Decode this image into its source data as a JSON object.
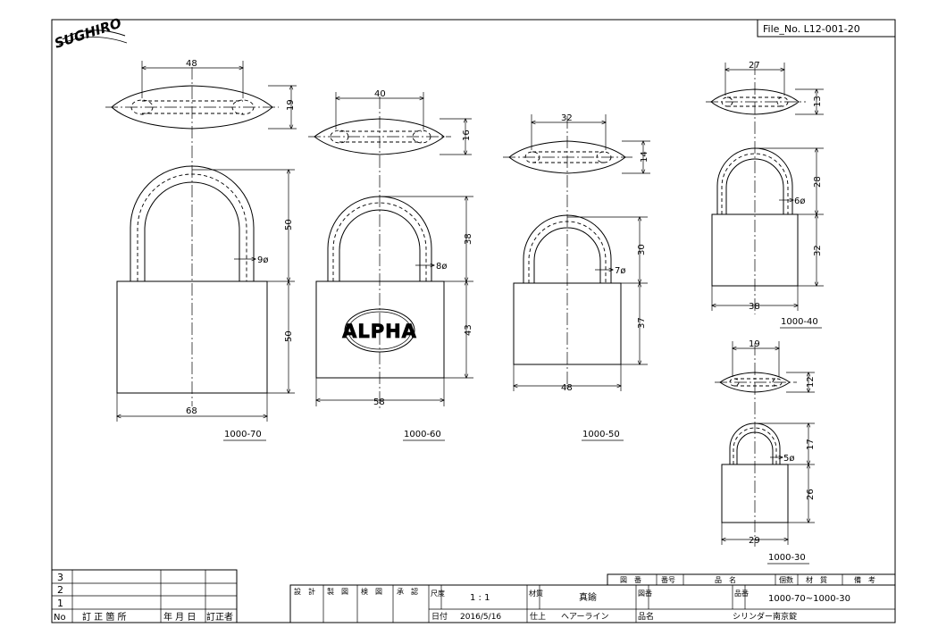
{
  "brand": "SUGHIRO",
  "file_no": "File_No. L12-001-20",
  "models": [
    {
      "id": "1000-70",
      "width": "68",
      "body_height": "50",
      "shackle_height": "50",
      "shackle_diameter": "9ø",
      "top_width": "48",
      "top_depth": "19"
    },
    {
      "id": "1000-60",
      "width": "58",
      "body_height": "43",
      "shackle_height": "38",
      "shackle_diameter": "8ø",
      "top_width": "40",
      "top_depth": "16",
      "emblem": "ALPHA"
    },
    {
      "id": "1000-50",
      "width": "48",
      "body_height": "37",
      "shackle_height": "30",
      "shackle_diameter": "7ø",
      "top_width": "32",
      "top_depth": "14"
    },
    {
      "id": "1000-40",
      "width": "38",
      "body_height": "32",
      "shackle_height": "28",
      "shackle_diameter": "6ø",
      "top_width": "27",
      "top_depth": "13"
    },
    {
      "id": "1000-30",
      "width": "29",
      "body_height": "26",
      "shackle_height": "17",
      "shackle_diameter": "5ø",
      "top_width": "19",
      "top_depth": "12"
    }
  ],
  "revision_table": {
    "rows": [
      "3",
      "2",
      "1"
    ],
    "headers": [
      "No",
      "訂 正 箇 所",
      "年 月 日",
      "訂正者"
    ]
  },
  "title_block": {
    "top_labels": [
      "図　番",
      "番号",
      "品　名",
      "個数",
      "材　質",
      "備　考"
    ],
    "roles": [
      "設　計",
      "製　図",
      "検　図",
      "承　認"
    ],
    "scale_label": "尺度",
    "scale_value": "1 : 1",
    "date_label": "日付",
    "date_value": "2016/5/16",
    "material_label": "材質",
    "material_value": "真鍮",
    "finish_label": "仕上",
    "finish_value": "ヘアーライン",
    "drawing_no_label": "図番",
    "part_no_label": "品番",
    "part_no_value": "1000-70~1000-30",
    "name_label": "品名",
    "name_value": "シリンダー南京錠"
  }
}
